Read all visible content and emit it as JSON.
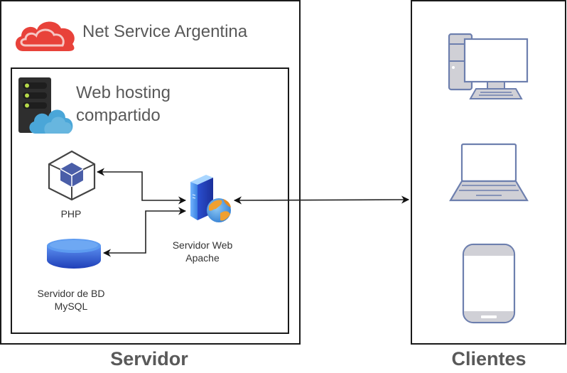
{
  "diagram": {
    "server_group": {
      "title": "Servidor",
      "provider": {
        "name": "Net Service Argentina",
        "icon": "red-cloud-icon",
        "accent_color": "#e8423a"
      },
      "hosting": {
        "name_line1": "Web hosting",
        "name_line2": "compartido",
        "icon": "server-cloud-icon"
      },
      "nodes": [
        {
          "id": "php",
          "label": "PHP",
          "icon": "cube-icon"
        },
        {
          "id": "mysql",
          "label_line1": "Servidor de BD",
          "label_line2": "MySQL",
          "icon": "database-icon"
        },
        {
          "id": "apache",
          "label_line1": "Servidor Web",
          "label_line2": "Apache",
          "icon": "web-server-globe-icon"
        }
      ]
    },
    "clients_group": {
      "title": "Clientes",
      "nodes": [
        {
          "id": "desktop",
          "icon": "desktop-computer-icon"
        },
        {
          "id": "laptop",
          "icon": "laptop-icon"
        },
        {
          "id": "mobile",
          "icon": "smartphone-icon"
        }
      ]
    },
    "connections": [
      {
        "from": "apache",
        "to": "php",
        "type": "bidirectional"
      },
      {
        "from": "apache",
        "to": "mysql",
        "type": "bidirectional"
      },
      {
        "from": "apache",
        "to": "clientes",
        "type": "bidirectional"
      }
    ],
    "colors": {
      "device_stroke": "#6d7fae",
      "device_fill": "#d0d0d6",
      "cube_fill": "#4a5ea8",
      "db_blue": "#2a5ad8",
      "hosting_cloud": "#4aa6d8",
      "label_gray": "#595959"
    }
  }
}
